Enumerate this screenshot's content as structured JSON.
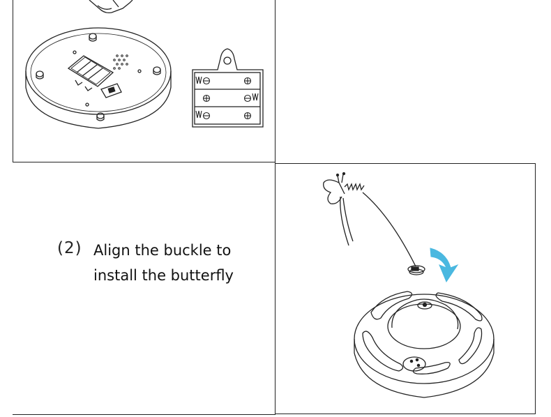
{
  "step": {
    "number": "(2)",
    "instruction_line_1": "Align the buckle to",
    "instruction_line_2": "install the butterfly"
  },
  "colors": {
    "line": "#222222",
    "arrow": "#4ab8e0",
    "background": "#ffffff"
  },
  "illustrations": {
    "top_left": "battery-compartment-diagram",
    "step2": "butterfly-installation-diagram"
  }
}
